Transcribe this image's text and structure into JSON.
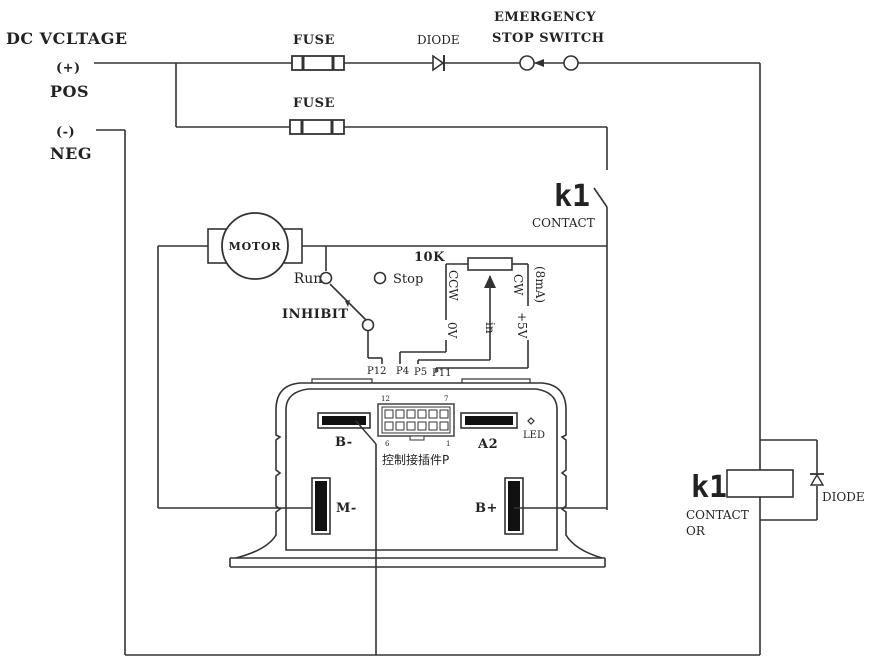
{
  "supply": {
    "title": "DC VCLTAGE",
    "pos_sign": "(+)",
    "pos_label": "POS",
    "neg_sign": "(-)",
    "neg_label": "NEG"
  },
  "top_branch": {
    "fuse": "FUSE",
    "diode": "DIODE",
    "estop_line1": "EMERGENCY",
    "estop_line2": "STOP SWITCH"
  },
  "second_branch": {
    "fuse": "FUSE"
  },
  "contact_top": {
    "tag": "k1",
    "label": "CONTACT"
  },
  "motor": {
    "label": "MOTOR"
  },
  "switches": {
    "run": "Run",
    "stop": "Stop",
    "inhibit": "INHIBIT"
  },
  "pot": {
    "value": "10K",
    "ccw": "CCW",
    "cw": "CW",
    "current": "(8mA)",
    "pin_0v": "0V",
    "pin_in": "in",
    "pin_5v": "+5V"
  },
  "pins": {
    "p12": "P12",
    "p4": "P4",
    "p5": "P5",
    "p11": "P11"
  },
  "controller": {
    "conn_left": "12",
    "conn_right": "7",
    "conn_bl": "6",
    "conn_br": "1",
    "b_minus": "B-",
    "a2": "A2",
    "led": "LED",
    "connector_caption": "控制接插件P",
    "m_minus": "M-",
    "b_plus": "B+"
  },
  "relay": {
    "tag": "k1",
    "contact_line1": "CONTACT",
    "contact_line2": "OR",
    "diode": "DIODE"
  }
}
